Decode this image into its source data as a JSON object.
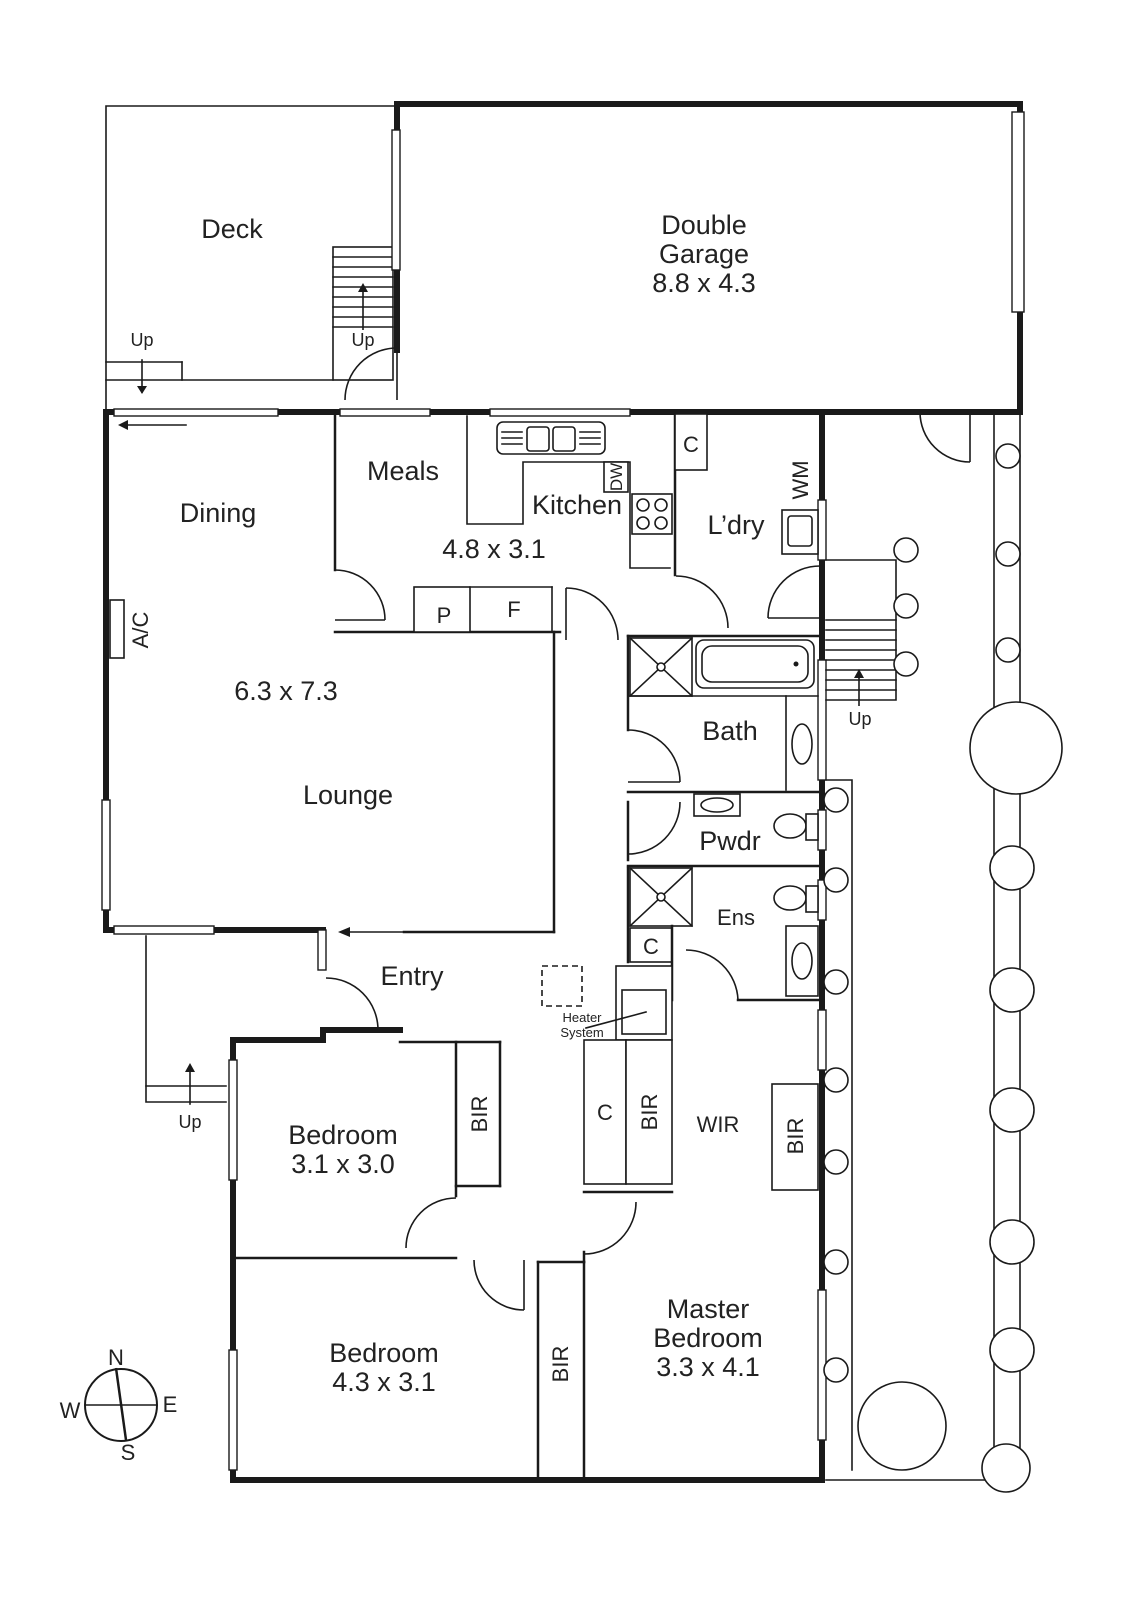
{
  "rooms": {
    "deck": "Deck",
    "garage_name_1": "Double",
    "garage_name_2": "Garage",
    "garage_dim": "8.8 x 4.3",
    "meals": "Meals",
    "kitchen": "Kitchen",
    "kitchen_dim": "4.8 x 3.1",
    "dw": "DW",
    "laundry": "L’dry",
    "wm": "WM",
    "cupboard": "C",
    "pantry": "P",
    "fridge": "F",
    "dining": "Dining",
    "ac": "A/C",
    "lounge_dim": "6.3 x 7.3",
    "lounge": "Lounge",
    "bath": "Bath",
    "powder": "Pwdr",
    "ensuite": "Ens",
    "entry": "Entry",
    "heater_1": "Heater",
    "heater_2": "System",
    "bedroom2_name": "Bedroom",
    "bedroom2_dim": "3.1 x 3.0",
    "bir": "BIR",
    "wir": "WIR",
    "bedroom3_name": "Bedroom",
    "bedroom3_dim": "4.3 x 3.1",
    "master_1": "Master",
    "master_2": "Bedroom",
    "master_dim": "3.3 x 4.1",
    "up": "Up"
  },
  "compass": {
    "n": "N",
    "s": "S",
    "e": "E",
    "w": "W"
  }
}
